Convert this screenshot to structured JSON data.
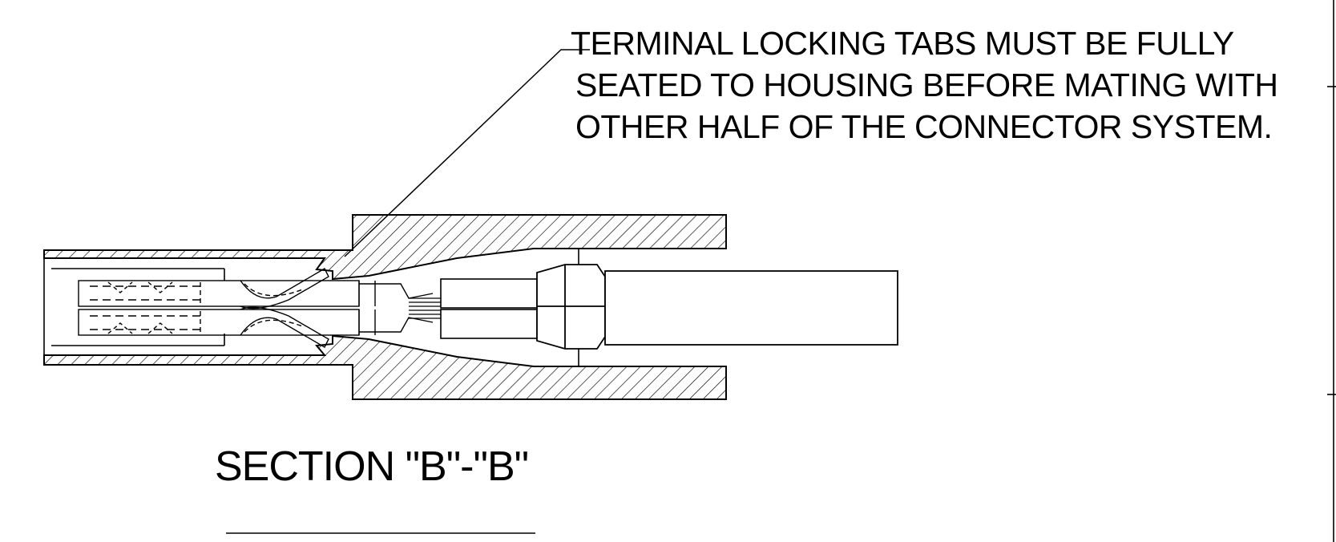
{
  "note": {
    "lines": [
      "TERMINAL LOCKING TABS MUST BE FULLY",
      "SEATED TO HOUSING BEFORE MATING WITH",
      "OTHER HALF OF THE CONNECTOR SYSTEM."
    ]
  },
  "section": {
    "title": "SECTION \"B\"-\"B\""
  },
  "colors": {
    "line": "#000000",
    "background": "#ffffff"
  }
}
